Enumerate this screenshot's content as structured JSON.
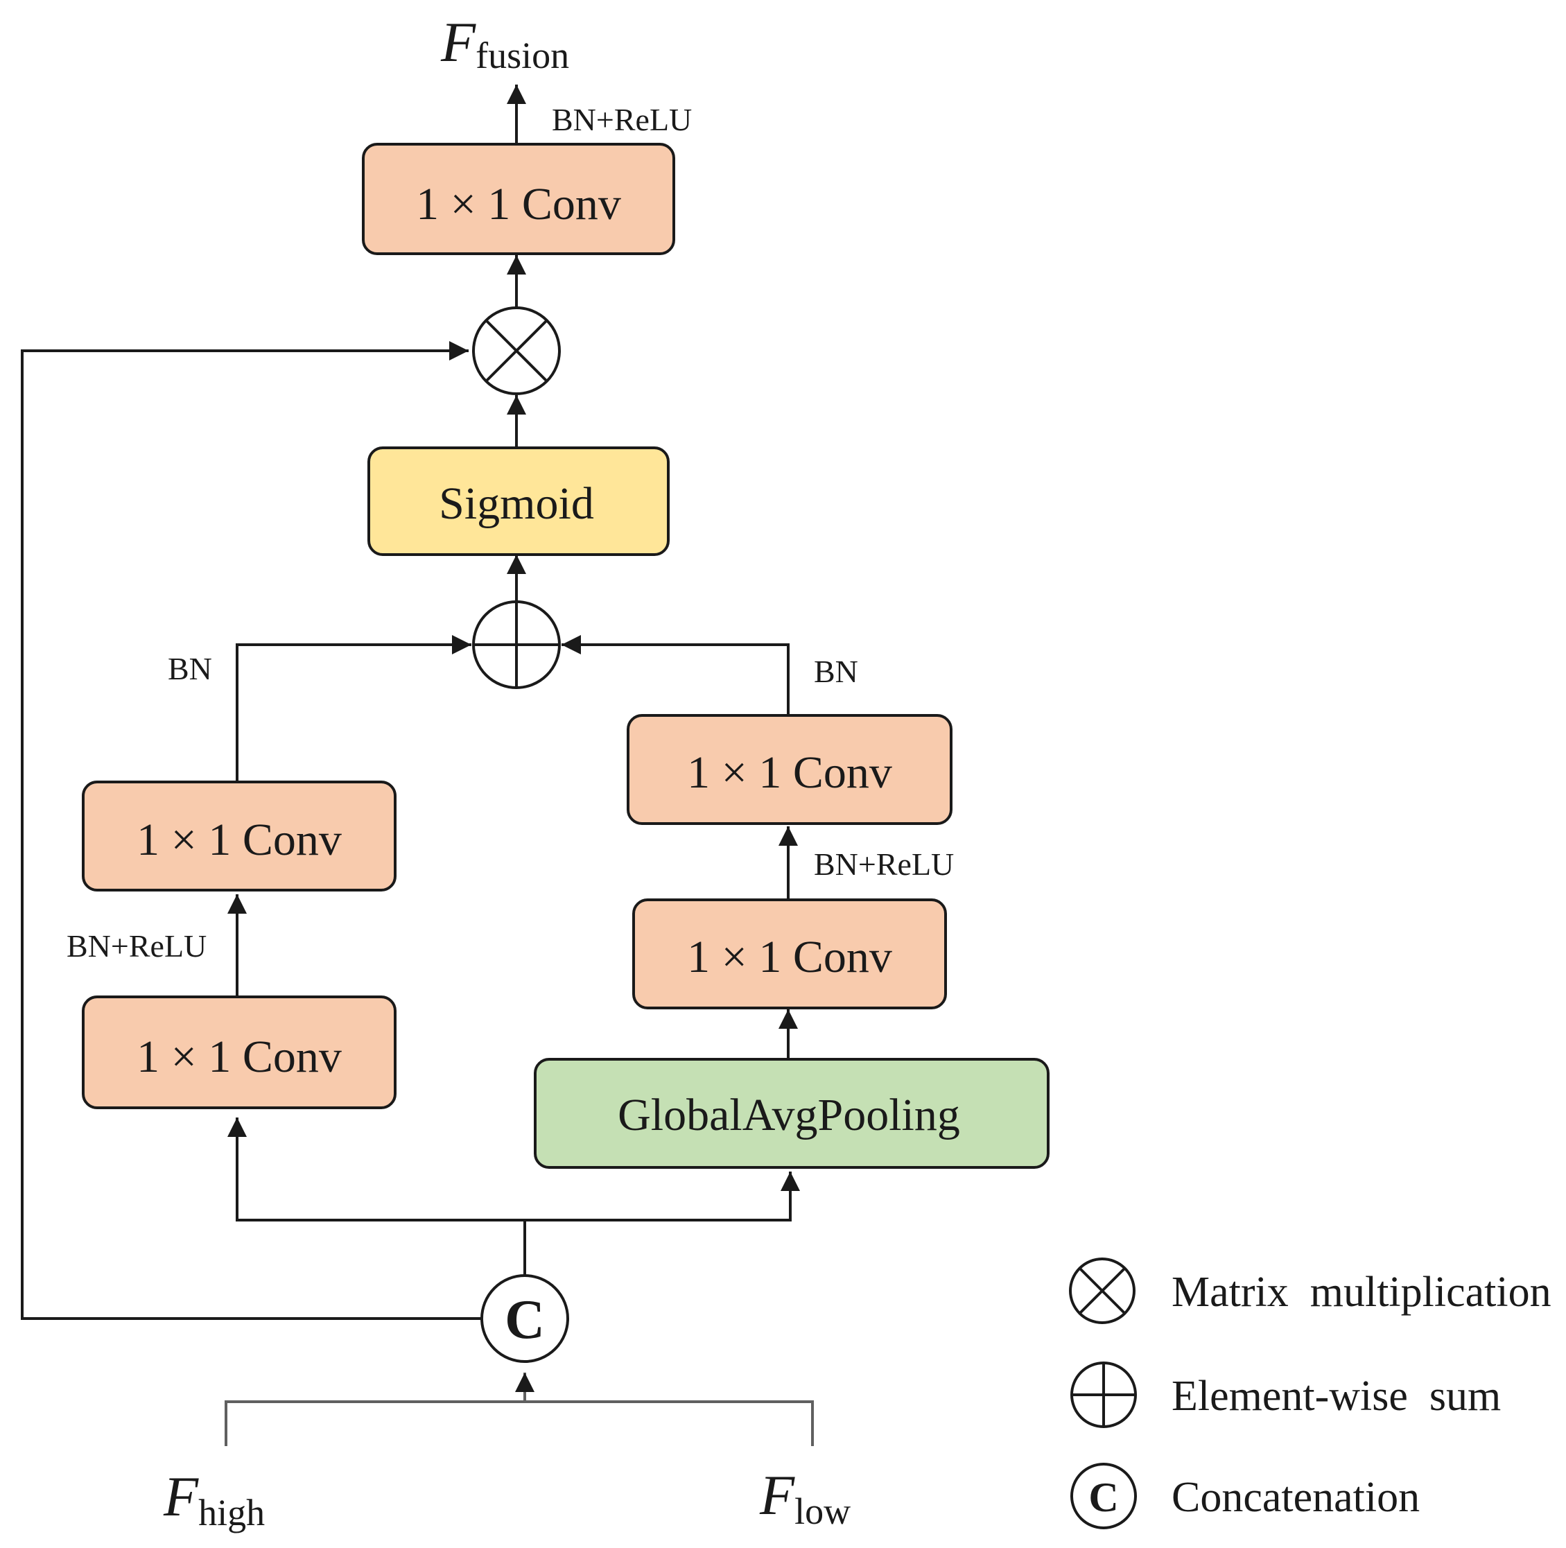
{
  "outputs": {
    "fusion": {
      "symbol": "F",
      "subscript": "fusion"
    }
  },
  "inputs": {
    "high": {
      "symbol": "F",
      "subscript": "high"
    },
    "low": {
      "symbol": "F",
      "subscript": "low"
    }
  },
  "blocks": {
    "conv_top": "1 × 1 Conv",
    "sigmoid": "Sigmoid",
    "conv_left_upper": "1 × 1 Conv",
    "conv_left_lower": "1 × 1 Conv",
    "conv_right_upper": "1 × 1 Conv",
    "conv_right_lower": "1 × 1 Conv",
    "gap": "GlobalAvgPooling"
  },
  "edge_labels": {
    "top_bn_relu": "BN+ReLU",
    "left_bn": "BN",
    "right_bn": "BN",
    "left_bn_relu": "BN+ReLU",
    "right_bn_relu": "BN+ReLU"
  },
  "concat_symbol": "C",
  "legend": [
    {
      "symbol": "otimes",
      "label": "Matrix  multiplication"
    },
    {
      "symbol": "oplus",
      "label": "Element-wise  sum"
    },
    {
      "symbol": "concat",
      "label": "Concatenation"
    }
  ],
  "colors": {
    "conv_fill": "#f8cbad",
    "sigmoid_fill": "#ffe699",
    "gap_fill": "#c5e0b4",
    "stroke": "#1a1a1a",
    "input_stroke": "#606060"
  }
}
